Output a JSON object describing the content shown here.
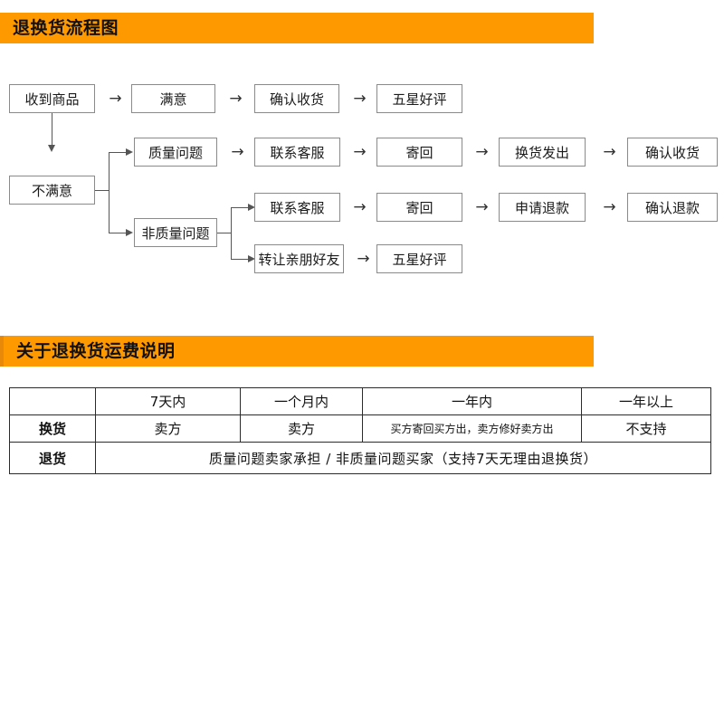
{
  "sections": {
    "flow": {
      "title": "退换货流程图"
    },
    "fee": {
      "title": "关于退换货运费说明"
    }
  },
  "flowchart": {
    "arrow_glyph": "→",
    "nodes": {
      "received": "收到商品",
      "satisfied": "满意",
      "confirm_receipt": "确认收货",
      "five_star": "五星好评",
      "unsatisfied": "不满意",
      "quality_issue": "质量问题",
      "contact_cs_1": "联系客服",
      "send_back_1": "寄回",
      "exchange_sent": "换货发出",
      "confirm_receipt2": "确认收货",
      "non_quality": "非质量问题",
      "contact_cs_2": "联系客服",
      "send_back_2": "寄回",
      "apply_refund": "申请退款",
      "confirm_refund": "确认退款",
      "transfer_friend": "转让亲朋好友",
      "five_star_2": "五星好评"
    }
  },
  "fee_table": {
    "headers": [
      "",
      "7天内",
      "一个月内",
      "一年内",
      "一年以上"
    ],
    "rows": [
      {
        "label": "换货",
        "cells": [
          "卖方",
          "卖方",
          "买方寄回买方出，卖方修好卖方出",
          "不支持"
        ]
      },
      {
        "label": "退货",
        "merged_note": "质量问题卖家承担    /    非质量问题买家（支持7天无理由退换货）"
      }
    ]
  },
  "colors": {
    "accent_orange": "#FF9900",
    "accent_orange_edge": "#E8890A",
    "box_border": "#8A8A8A",
    "table_border": "#2B2B2B",
    "text": "#111111"
  }
}
